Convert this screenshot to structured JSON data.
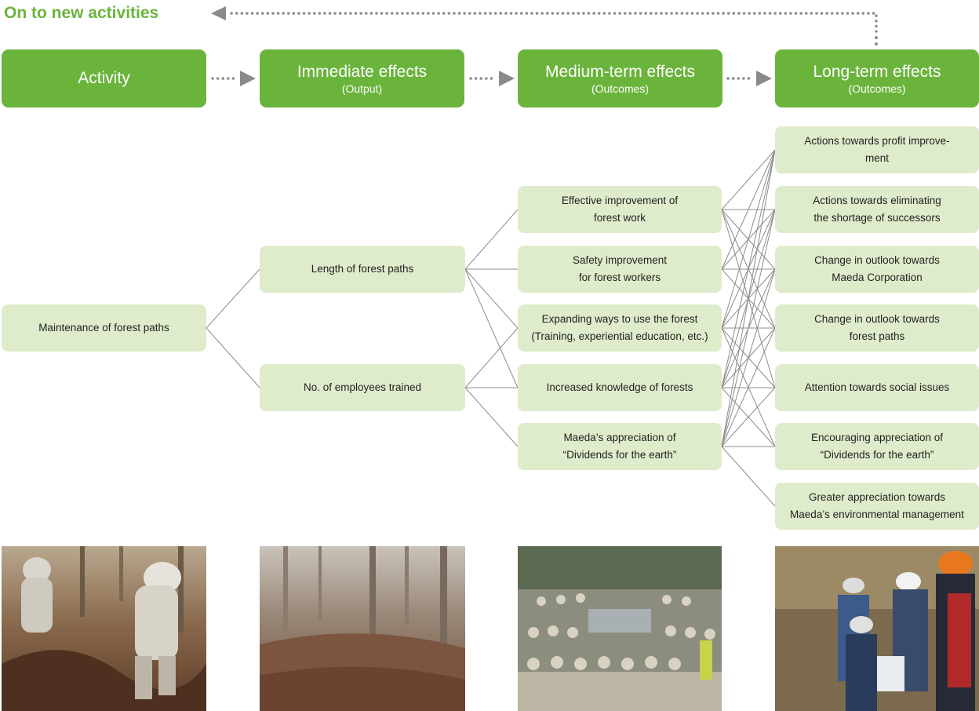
{
  "title": "On to new activities",
  "headers": [
    {
      "title": "Activity",
      "sub": ""
    },
    {
      "title": "Immediate effects",
      "sub": "(Output)"
    },
    {
      "title": "Medium-term effects",
      "sub": "(Outcomes)"
    },
    {
      "title": "Long-term effects",
      "sub": "(Outcomes)"
    }
  ],
  "activity": {
    "label": "Maintenance of forest paths"
  },
  "immediate": [
    {
      "label": "Length of forest paths"
    },
    {
      "label": "No. of employees trained"
    }
  ],
  "medium": [
    {
      "label": "Effective improvement of\nforest work"
    },
    {
      "label": "Safety improvement\nfor forest workers"
    },
    {
      "label": "Expanding ways to use the forest\n(Training, experiential education, etc.)"
    },
    {
      "label": "Increased knowledge of forests"
    },
    {
      "label": "Maeda’s appreciation of\n“Dividends for the earth”"
    }
  ],
  "longterm": [
    {
      "label": "Actions towards profit improve-\nment"
    },
    {
      "label": "Actions towards eliminating\nthe shortage of successors"
    },
    {
      "label": "Change in outlook towards\nMaeda Corporation"
    },
    {
      "label": "Change in outlook towards\nforest paths"
    },
    {
      "label": "Attention towards social issues"
    },
    {
      "label": "Encouraging appreciation of\n“Dividends for the earth”"
    },
    {
      "label": "Greater appreciation towards\nMaeda’s environmental management"
    }
  ],
  "photos": [
    {
      "name": "workers-digging-photo"
    },
    {
      "name": "forest-path-photo"
    },
    {
      "name": "group-photo"
    },
    {
      "name": "children-helmets-photo"
    }
  ],
  "colors": {
    "accent": "#6ab43c",
    "node_fill": "#dfeccb",
    "arrow": "#8a8a8a",
    "line": "#8c8c8c"
  }
}
